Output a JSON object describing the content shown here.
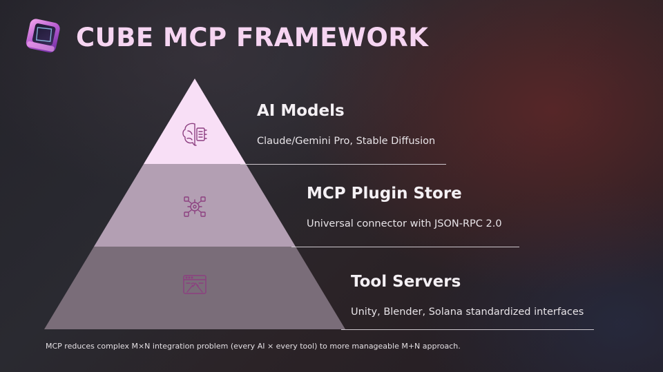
{
  "header": {
    "title": "CUBE MCP FRAMEWORK",
    "logo_icon": "cube-logo-icon"
  },
  "pyramid": {
    "colors": {
      "top": "#f8dff6",
      "middle": "#b39fb3",
      "bottom": "#7a6d79",
      "icon_stroke": "#8c3f80"
    },
    "tiers": [
      {
        "heading": "AI Models",
        "description": "Claude/Gemini Pro, Stable Diffusion",
        "icon": "ai-brain-chip-icon"
      },
      {
        "heading": "MCP Plugin Store",
        "description": "Universal connector with JSON-RPC 2.0",
        "icon": "network-gear-icon"
      },
      {
        "heading": "Tool Servers",
        "description": "Unity, Blender, Solana standardized interfaces",
        "icon": "server-tools-icon"
      }
    ]
  },
  "footer": {
    "note": "MCP reduces complex M×N integration problem (every AI × every tool) to more manageable M+N approach."
  }
}
